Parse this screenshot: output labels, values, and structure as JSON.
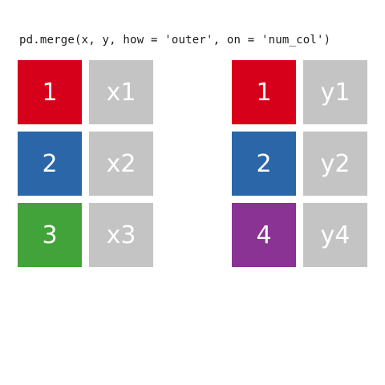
{
  "code_text": "pd.merge(x, y, how = 'outer', on = 'num_col')",
  "tables": {
    "x": {
      "rows": [
        {
          "key": "1",
          "value": "x1",
          "color": "#d7001a"
        },
        {
          "key": "2",
          "value": "x2",
          "color": "#2b67a8"
        },
        {
          "key": "3",
          "value": "x3",
          "color": "#42a33a"
        }
      ]
    },
    "y": {
      "rows": [
        {
          "key": "1",
          "value": "y1",
          "color": "#d7001a"
        },
        {
          "key": "2",
          "value": "y2",
          "color": "#2b67a8"
        },
        {
          "key": "4",
          "value": "y4",
          "color": "#8a3395"
        }
      ]
    }
  },
  "colors": {
    "value_cell": "#c4c4c4",
    "text": "#ffffff"
  }
}
